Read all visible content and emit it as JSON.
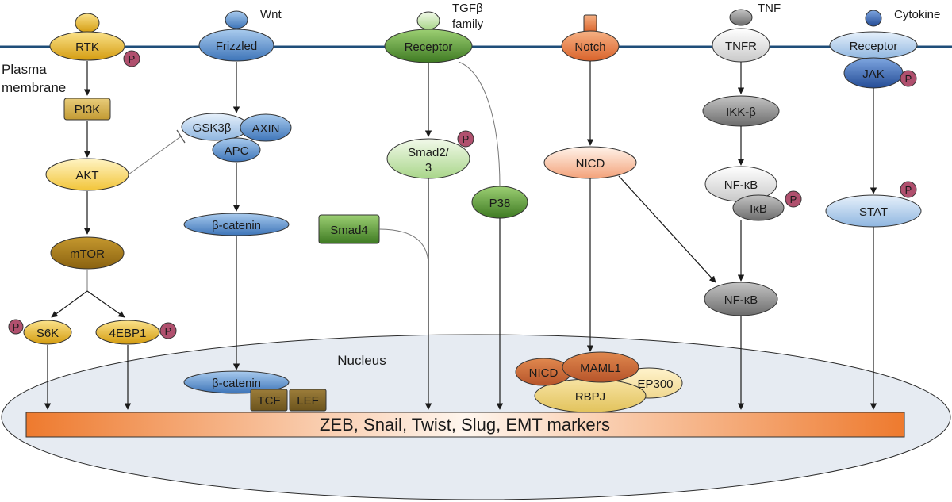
{
  "labels": {
    "plasma_membrane_line1": "Plasma",
    "plasma_membrane_line2": "membrane",
    "nucleus": "Nucleus",
    "wnt": "Wnt",
    "tgfb_line1": "TGFβ",
    "tgfb_line2": "family",
    "tnf": "TNF",
    "cytokine": "Cytokine"
  },
  "phospho_label": "P",
  "pathways": {
    "rtk": {
      "receptor": "RTK",
      "pi3k": "PI3K",
      "akt": "AKT",
      "mtor": "mTOR",
      "s6k": "S6K",
      "ebp1": "4EBP1"
    },
    "wnt": {
      "receptor": "Frizzled",
      "gsk3b": "GSK3β",
      "axin": "AXIN",
      "apc": "APC",
      "bcat_cyto": "β-catenin",
      "bcat_nuc": "β-catenin",
      "tcf": "TCF",
      "lef": "LEF"
    },
    "tgfb": {
      "receptor": "Receptor",
      "smad23_line1": "Smad2/",
      "smad23_line2": "3",
      "smad4": "Smad4",
      "p38": "P38"
    },
    "notch": {
      "receptor": "Notch",
      "nicd": "NICD",
      "nicd_nuc": "NICD",
      "maml1": "MAML1",
      "rbpj": "RBPJ",
      "ep300": "EP300"
    },
    "tnf": {
      "receptor": "TNFR",
      "ikkb": "IKK-β",
      "nfkb": "NF-κB",
      "ikb": "IκB",
      "nfkb_free": "NF-κB"
    },
    "cytokine": {
      "receptor": "Receptor",
      "jak": "JAK",
      "stat": "STAT"
    }
  },
  "target_bar": "ZEB, Snail, Twist, Slug, EMT markers",
  "colors": {
    "membrane": "#1f4e79",
    "rtk_gold": "#e8b21c",
    "pi3k": "#c9a23a",
    "mtor": "#9c7318",
    "wnt_blue": "#4f86c6",
    "tgfb_green": "#4e8a2e",
    "notch_orange": "#e0783a",
    "tnf_gray": "#9a9a9a",
    "cyto_blue": "#2e5aa8",
    "phospho": "#b0506e",
    "nucleus_fill": "#e6ebf2",
    "bar_orange": "#ee7a2e"
  }
}
